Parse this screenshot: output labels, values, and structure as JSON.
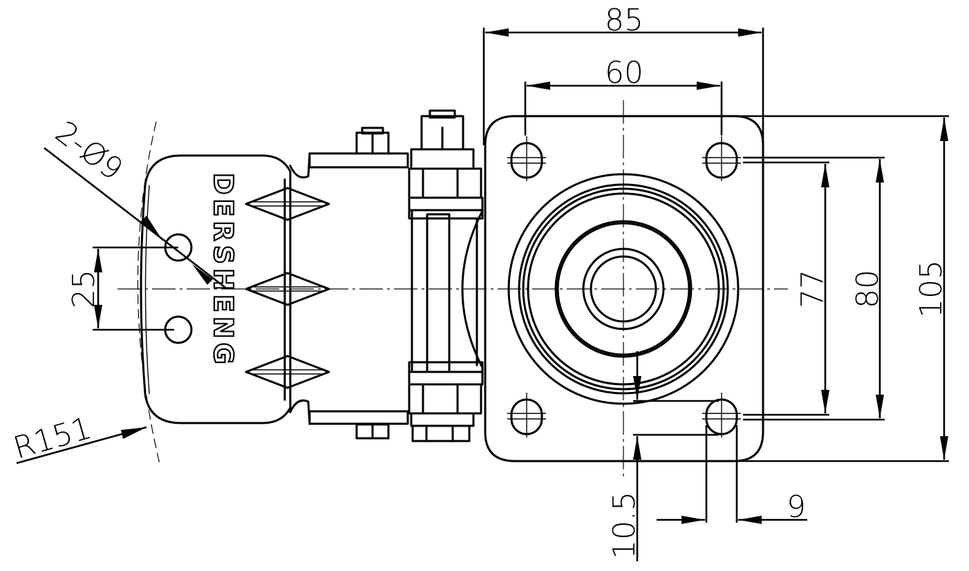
{
  "drawing": {
    "title": "Swivel caster with brake - top plate dimension drawing",
    "brand_text": "DERSHENG",
    "units": "mm",
    "line_color": "#000000",
    "background_color": "#ffffff"
  },
  "dimensions": {
    "plate_width": "85",
    "hole_spacing_x": "60",
    "hole_spacing_y_inner": "77",
    "hole_spacing_y_outer": "80",
    "plate_length": "105",
    "slot_offset": "10.5",
    "slot_width": "9",
    "brake_holes": "2-Ø9",
    "brake_hole_spacing": "25",
    "brake_radius": "R151"
  }
}
